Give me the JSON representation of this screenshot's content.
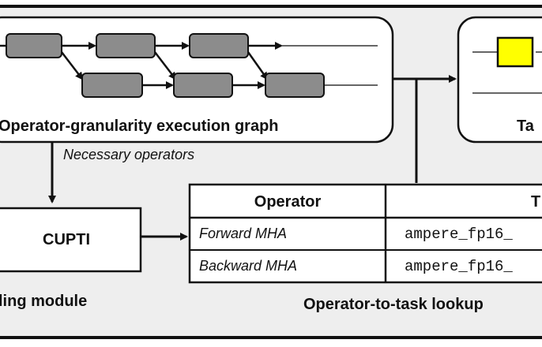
{
  "labels": {
    "graph_caption": "Operator-granularity execution graph",
    "necessary_ops": "Necessary operators",
    "cupti": "CUPTI",
    "profiling_module": "ling module",
    "lookup_caption": "Operator-to-task lookup",
    "task_caption_partial": "Ta"
  },
  "lookup_table": {
    "headers": [
      "Operator",
      "T"
    ],
    "rows": [
      [
        "Forward MHA",
        "ampere_fp16_"
      ],
      [
        "Backward MHA",
        "ampere_fp16_"
      ]
    ]
  },
  "colors": {
    "node_fill": "#8c8c8c",
    "task_node_fill": "#ffff00",
    "frame_fill": "#eeeeee",
    "stroke": "#111111"
  }
}
